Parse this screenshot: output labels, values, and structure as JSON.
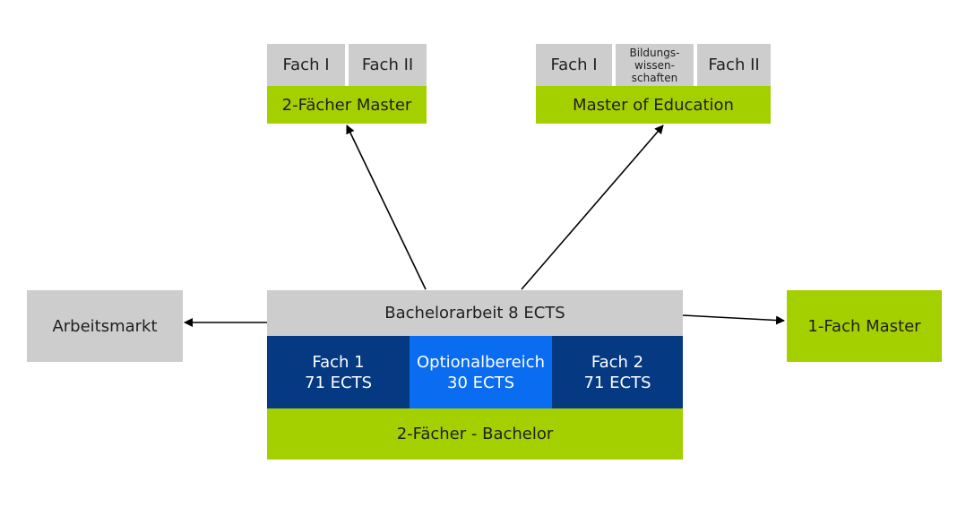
{
  "master_2faecher": {
    "fach1": "Fach I",
    "fach2": "Fach II",
    "title": "2-Fächer Master"
  },
  "master_education": {
    "fach1": "Fach I",
    "bildung": [
      "Bildungs-",
      "wissen-",
      "schaften"
    ],
    "fach2": "Fach II",
    "title": "Master of Education"
  },
  "arbeitsmarkt": "Arbeitsmarkt",
  "einfach_master": "1-Fach Master",
  "bachelor": {
    "thesis": "Bachelorarbeit 8 ECTS",
    "fach1": {
      "name": "Fach 1",
      "ects": "71 ECTS"
    },
    "optional": {
      "name": "Optionalbereich",
      "ects": "30 ECTS"
    },
    "fach2": {
      "name": "Fach 2",
      "ects": "71 ECTS"
    },
    "title": "2-Fächer - Bachelor"
  },
  "colors": {
    "gray": "#cdcdcd",
    "green": "#a5d000",
    "navy": "#053a83",
    "blue": "#0a6cf0"
  }
}
